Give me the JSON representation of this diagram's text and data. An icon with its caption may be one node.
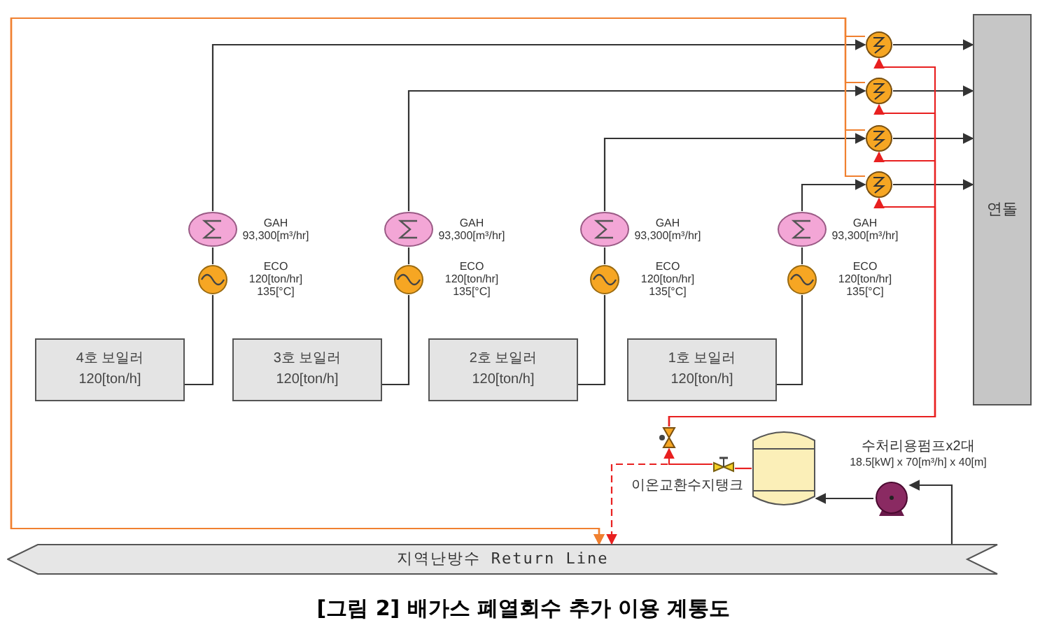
{
  "diagram": {
    "caption": "[그림 2] 배가스 폐열회수 추가 이용 계통도",
    "nodes": [
      {
        "text": [
          "4호 보일러",
          "120[ton/h]"
        ]
      },
      {
        "text": [
          "3호 보일러",
          "120[ton/h]"
        ]
      },
      {
        "text": [
          "2호 보일러",
          "120[ton/h]"
        ]
      },
      {
        "text": [
          "1호 보일러",
          "120[ton/h]"
        ]
      },
      {
        "text": [],
        "shape": "circle",
        "beside": [
          "GAH",
          "93,300[m³/hr]"
        ]
      },
      {
        "text": [],
        "shape": "circle",
        "beside": [
          "ECO",
          "120[ton/hr]",
          "135[°C]"
        ]
      },
      {
        "text": [],
        "shape": "circle",
        "beside": [
          "GAH",
          "93,300[m³/hr]"
        ]
      },
      {
        "text": [],
        "shape": "circle",
        "beside": [
          "ECO",
          "120[ton/hr]",
          "135[°C]"
        ]
      },
      {
        "text": [],
        "shape": "circle",
        "beside": [
          "GAH",
          "93,300[m³/hr]"
        ]
      },
      {
        "text": [],
        "shape": "circle",
        "beside": [
          "ECO",
          "120[ton/hr]",
          "135[°C]"
        ]
      },
      {
        "text": [],
        "shape": "circle",
        "beside": [
          "GAH",
          "93,300[m³/hr]"
        ]
      },
      {
        "text": [],
        "shape": "circle",
        "beside": [
          "ECO",
          "120[ton/hr]",
          "135[°C]"
        ]
      },
      {
        "text": [],
        "shape": "circle"
      },
      {
        "text": [],
        "shape": "circle"
      },
      {
        "text": [],
        "shape": "circle"
      },
      {
        "text": [],
        "shape": "circle"
      },
      {
        "text": [
          "연돌"
        ]
      },
      {
        "text": [],
        "shape": "cylinder",
        "beside": [
          "이온교환수지탱크"
        ]
      },
      {
        "text": [],
        "shape": "circle",
        "beside": [
          "수처리용펌프x2대",
          "18.5[kW] x 70[m³/h] x 40[m]"
        ]
      },
      {
        "text": [
          "지역난방수 Return Line"
        ]
      },
      {
        "text": [],
        "shape": "valve"
      },
      {
        "text": [],
        "shape": "valve"
      }
    ],
    "edges": [
      {
        "from": 0,
        "to": 5,
        "arrow": "none"
      },
      {
        "from": 5,
        "to": 4,
        "arrow": "none"
      },
      {
        "from": 4,
        "to": 12,
        "arrow": "to"
      },
      {
        "from": 1,
        "to": 7,
        "arrow": "none"
      },
      {
        "from": 7,
        "to": 6,
        "arrow": "none"
      },
      {
        "from": 6,
        "to": 13,
        "arrow": "to"
      },
      {
        "from": 2,
        "to": 9,
        "arrow": "none"
      },
      {
        "from": 9,
        "to": 8,
        "arrow": "none"
      },
      {
        "from": 8,
        "to": 14,
        "arrow": "to"
      },
      {
        "from": 3,
        "to": 11,
        "arrow": "none"
      },
      {
        "from": 11,
        "to": 10,
        "arrow": "none"
      },
      {
        "from": 10,
        "to": 15,
        "arrow": "to"
      },
      {
        "from": 12,
        "to": 16,
        "arrow": "to"
      },
      {
        "from": 13,
        "to": 16,
        "arrow": "to"
      },
      {
        "from": 14,
        "to": 16,
        "arrow": "to"
      },
      {
        "from": 15,
        "to": 16,
        "arrow": "to"
      },
      {
        "from": 12,
        "to": 19,
        "arrow": "to",
        "color": "#f08030"
      },
      {
        "from": 13,
        "to": 19,
        "arrow": "to",
        "color": "#f08030"
      },
      {
        "from": 14,
        "to": 19,
        "arrow": "to",
        "color": "#f08030"
      },
      {
        "from": 15,
        "to": 19,
        "arrow": "to",
        "color": "#f08030"
      },
      {
        "from": 17,
        "to": 21,
        "arrow": "none",
        "color": "#e82020"
      },
      {
        "from": 21,
        "to": 20,
        "arrow": "to",
        "color": "#e82020"
      },
      {
        "from": 20,
        "to": 12,
        "arrow": "to",
        "color": "#e82020"
      },
      {
        "from": 20,
        "to": 13,
        "arrow": "to",
        "color": "#e82020"
      },
      {
        "from": 20,
        "to": 14,
        "arrow": "to",
        "color": "#e82020"
      },
      {
        "from": 20,
        "to": 15,
        "arrow": "to",
        "color": "#e82020"
      },
      {
        "from": 21,
        "to": 19,
        "arrow": "to",
        "style": "dashed",
        "color": "#e82020"
      },
      {
        "from": 18,
        "to": 17,
        "arrow": "to"
      },
      {
        "from": 19,
        "to": 18,
        "arrow": "to"
      }
    ]
  }
}
